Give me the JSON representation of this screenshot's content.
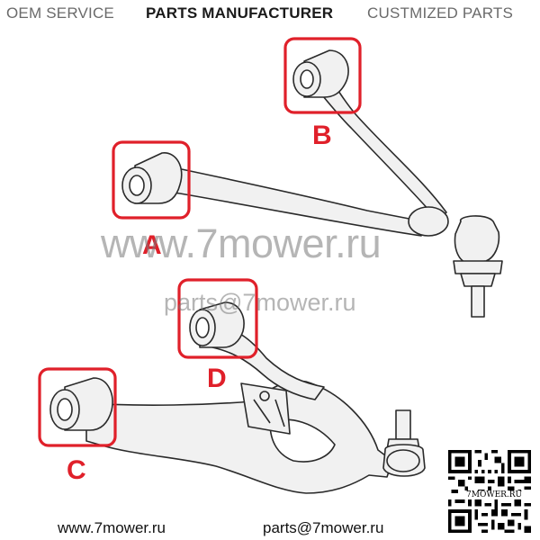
{
  "header": {
    "oem": "OEM SERVICE",
    "manufacturer": "PARTS MANUFACTURER",
    "customized": "CUSTMIZED PARTS"
  },
  "labels": {
    "a": "A",
    "b": "B",
    "c": "C",
    "d": "D"
  },
  "watermark": {
    "site": "www.7mower.ru",
    "email": "parts@7mower.ru"
  },
  "footer": {
    "website": "www.7mower.ru",
    "email": "parts@7mower.ru",
    "qr_label": "7MOWER.RU"
  },
  "colors": {
    "highlight": "#e0202a",
    "outline": "#2a2a2a",
    "part_fill": "#f1f1f1"
  }
}
